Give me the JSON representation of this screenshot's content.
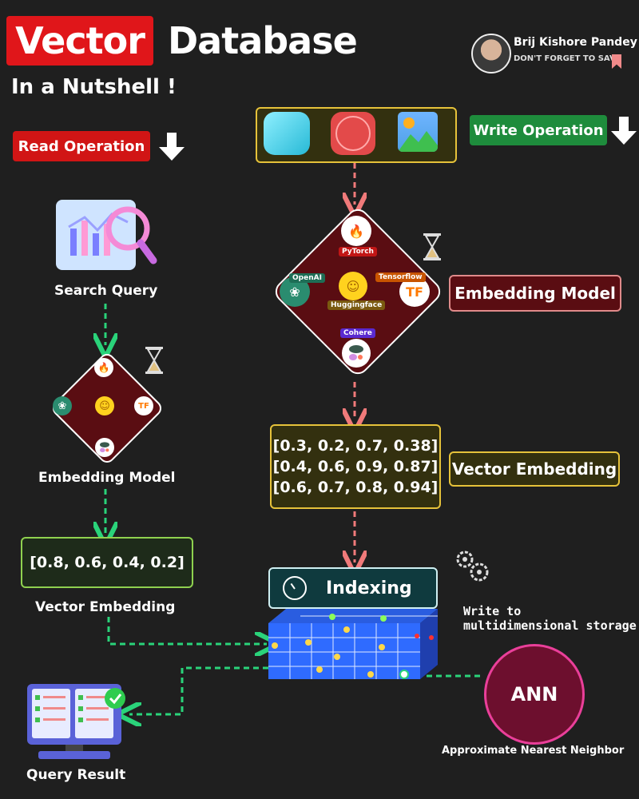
{
  "header": {
    "title_highlight": "Vector",
    "title_rest": "Database",
    "subtitle": "In a Nutshell !",
    "author_name": "Brij Kishore Pandey",
    "author_tagline": "DON'T FORGET TO SAVE"
  },
  "read": {
    "label": "Read Operation",
    "search_query": "Search Query",
    "embedding_model": "Embedding Model",
    "vector": "[0.8, 0.6, 0.4, 0.2]",
    "vector_label": "Vector Embedding",
    "result": "Query Result"
  },
  "write": {
    "label": "Write Operation",
    "embedding_model": "Embedding Model",
    "vectors": [
      "[0.3, 0.2, 0.7, 0.38]",
      "[0.4, 0.6, 0.9, 0.87]",
      "[0.6, 0.7, 0.8, 0.94]"
    ],
    "vector_label": "Vector Embedding"
  },
  "models": {
    "pytorch": "PyTorch",
    "openai": "OpenAI",
    "huggingface": "Huggingface",
    "tensorflow": "Tensorflow",
    "cohere": "Cohere"
  },
  "storage": {
    "indexing": "Indexing",
    "write_note_1": "Write to",
    "write_note_2": "multidimensional storage",
    "ann": "ANN",
    "ann_label": "Approximate Nearest Neighbor"
  },
  "colors": {
    "background": "#1f1f1f",
    "read_accent": "#d11515",
    "write_accent": "#1e8c3c",
    "write_arrow": "#f07a7a",
    "read_arrow": "#2ad37a",
    "vector_border": "#e6c23a"
  }
}
